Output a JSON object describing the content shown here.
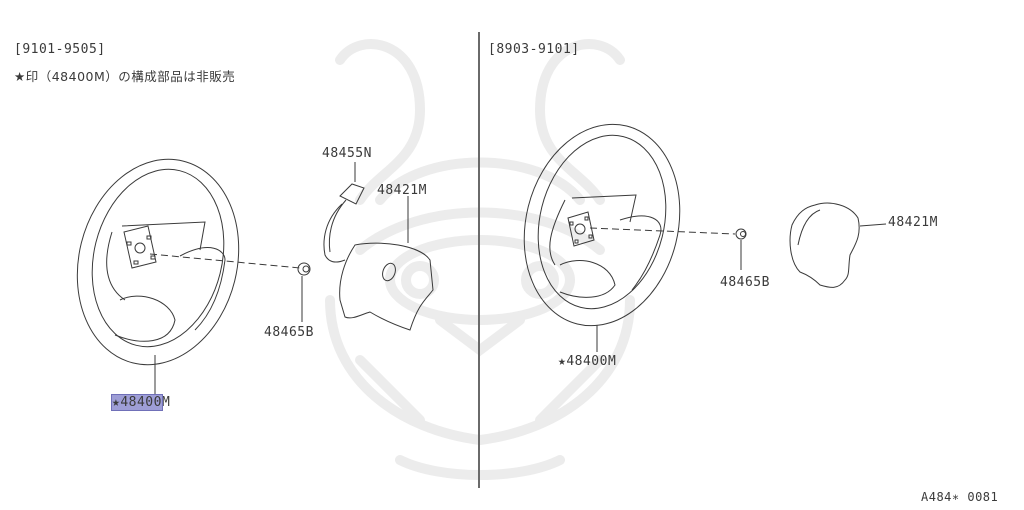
{
  "diagram": {
    "type": "exploded-parts-diagram",
    "subject": "steering wheel and airbag module",
    "figure_code": "A484∗ 0081",
    "panels": [
      {
        "id": "left",
        "date_range": "[9101-9505]",
        "note": "★印（48400M）の構成部品は非販売",
        "parts": [
          {
            "part_no": "48455N",
            "desc": "connector"
          },
          {
            "part_no": "48421M",
            "desc": "airbag pad"
          },
          {
            "part_no": "48465B",
            "desc": "nut"
          },
          {
            "part_no": "★48400M",
            "highlight_text": "★48400",
            "tail": "M",
            "desc": "steering wheel",
            "highlighted": true
          }
        ]
      },
      {
        "id": "right",
        "date_range": "[8903-9101]",
        "parts": [
          {
            "part_no": "48421M",
            "desc": "horn pad"
          },
          {
            "part_no": "48465B",
            "desc": "nut"
          },
          {
            "part_no": "★48400M",
            "desc": "steering wheel"
          }
        ]
      }
    ],
    "colors": {
      "line": "#3a3a3a",
      "highlight": "#9e9ed6",
      "watermark": "#e8e8e8",
      "divider": "#6a6a6a"
    }
  }
}
